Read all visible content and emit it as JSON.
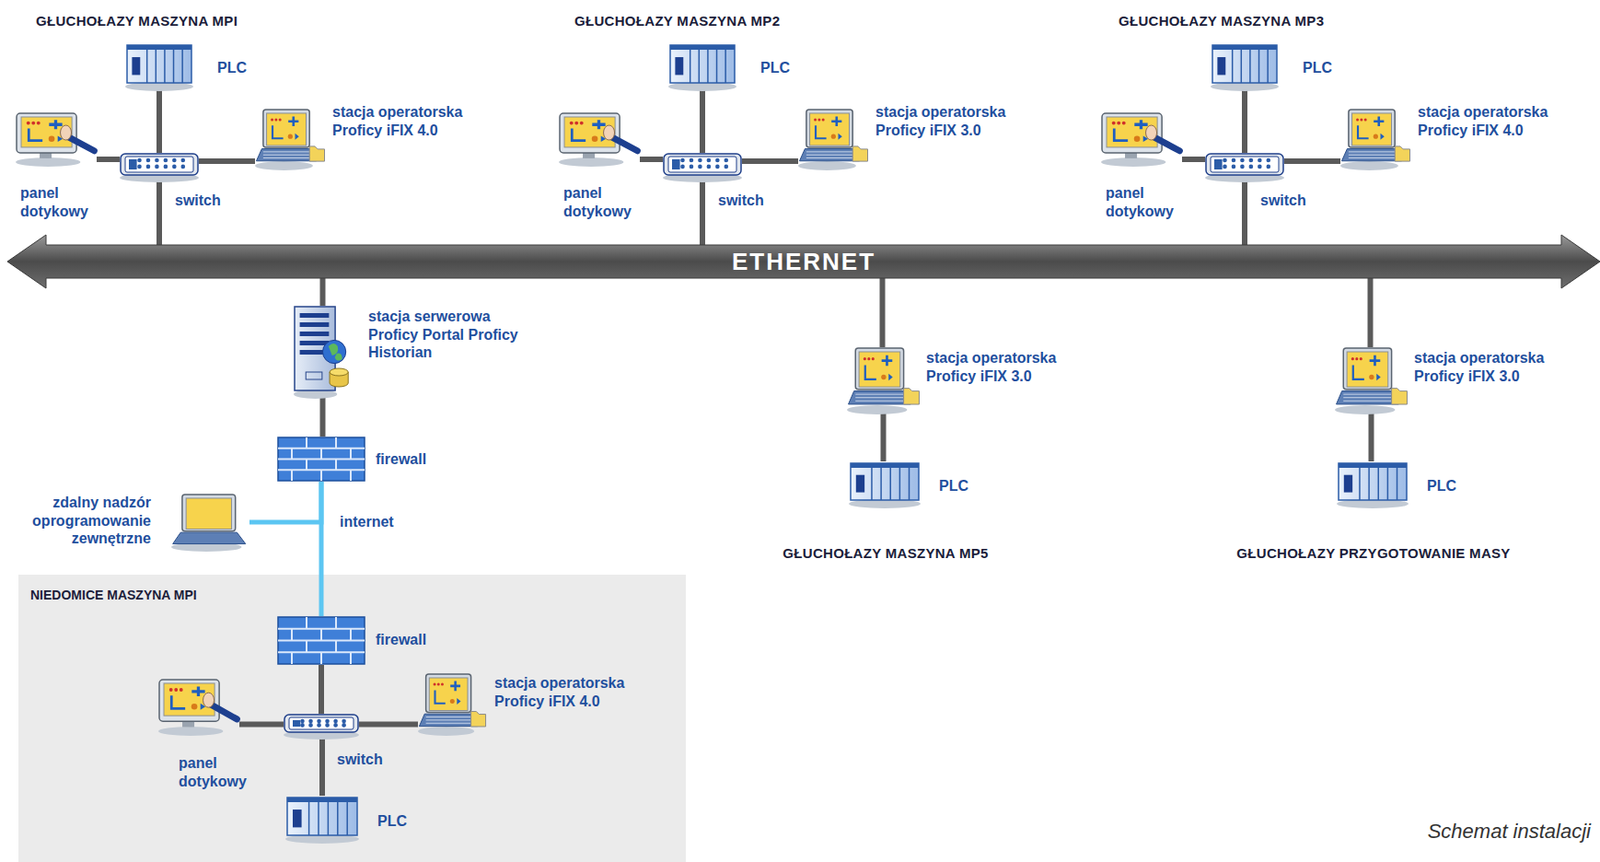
{
  "diagram": {
    "caption": "Schemat instalacji",
    "nodes": [
      {
        "text": [
          "PLC"
        ]
      },
      {
        "text": [
          "panel dotykowy"
        ]
      },
      {
        "text": [
          "switch"
        ]
      },
      {
        "text": [
          "stacja operatorska Proficy iFIX 4.0"
        ]
      },
      {
        "text": [
          "PLC"
        ]
      },
      {
        "text": [
          "panel dotykowy"
        ]
      },
      {
        "text": [
          "switch"
        ]
      },
      {
        "text": [
          "stacja operatorska Proficy iFIX 3.0"
        ]
      },
      {
        "text": [
          "PLC"
        ]
      },
      {
        "text": [
          "panel dotykowy"
        ]
      },
      {
        "text": [
          "switch"
        ]
      },
      {
        "text": [
          "stacja operatorska Proficy iFIX 4.0"
        ]
      },
      {
        "text": [
          "ETHERNET"
        ]
      },
      {
        "text": [
          "stacja serwerowa Proficy Portal Proficy Historian"
        ]
      },
      {
        "text": [
          "firewall"
        ]
      },
      {
        "text": [
          "zdalny nadzór oprogramowanie zewnętrzne"
        ]
      },
      {
        "text": [
          "stacja operatorska Proficy iFIX 3.0"
        ]
      },
      {
        "text": [
          "PLC"
        ]
      },
      {
        "text": [
          "stacja operatorska Proficy iFIX 3.0"
        ]
      },
      {
        "text": [
          "PLC"
        ]
      },
      {
        "text": [
          "NIEDOMICE MASZYNA MPI"
        ]
      },
      {
        "text": [
          "firewall"
        ],
        "in": 20
      },
      {
        "text": [
          "panel dotykowy"
        ],
        "in": 20
      },
      {
        "text": [
          "switch"
        ],
        "in": 20
      },
      {
        "text": [
          "stacja operatorska Proficy iFIX 4.0"
        ],
        "in": 20
      },
      {
        "text": [
          "PLC"
        ],
        "in": 20
      }
    ],
    "edges": [
      {
        "from": 0,
        "to": 2,
        "arrow": "none"
      },
      {
        "from": 1,
        "to": 2,
        "arrow": "none"
      },
      {
        "from": 3,
        "to": 2,
        "arrow": "none"
      },
      {
        "from": 2,
        "to": 12,
        "arrow": "none"
      },
      {
        "from": 4,
        "to": 6,
        "arrow": "none"
      },
      {
        "from": 5,
        "to": 6,
        "arrow": "none"
      },
      {
        "from": 7,
        "to": 6,
        "arrow": "none"
      },
      {
        "from": 6,
        "to": 12,
        "arrow": "none"
      },
      {
        "from": 8,
        "to": 10,
        "arrow": "none"
      },
      {
        "from": 9,
        "to": 10,
        "arrow": "none"
      },
      {
        "from": 11,
        "to": 10,
        "arrow": "none"
      },
      {
        "from": 10,
        "to": 12,
        "arrow": "none"
      },
      {
        "from": 13,
        "to": 12,
        "arrow": "none"
      },
      {
        "from": 13,
        "to": 14,
        "arrow": "none"
      },
      {
        "from": 14,
        "to": 21,
        "label": "internet",
        "arrow": "none"
      },
      {
        "from": 14,
        "to": 15,
        "arrow": "none"
      },
      {
        "from": 16,
        "to": 12,
        "arrow": "none"
      },
      {
        "from": 16,
        "to": 17,
        "arrow": "none"
      },
      {
        "from": 18,
        "to": 12,
        "arrow": "none"
      },
      {
        "from": 18,
        "to": 19,
        "arrow": "none"
      },
      {
        "from": 21,
        "to": 23,
        "arrow": "none"
      },
      {
        "from": 22,
        "to": 23,
        "arrow": "none"
      },
      {
        "from": 24,
        "to": 23,
        "arrow": "none"
      },
      {
        "from": 25,
        "to": 23,
        "arrow": "none"
      }
    ],
    "labels": [
      "GŁUCHOŁAZY MASZYNA MPI",
      "GŁUCHOŁAZY MASZYNA MP2",
      "GŁUCHOŁAZY MASZYNA MP3",
      "GŁUCHOŁAZY MASZYNA MP5",
      "GŁUCHOŁAZY PRZYGOTOWANIE MASY"
    ]
  }
}
